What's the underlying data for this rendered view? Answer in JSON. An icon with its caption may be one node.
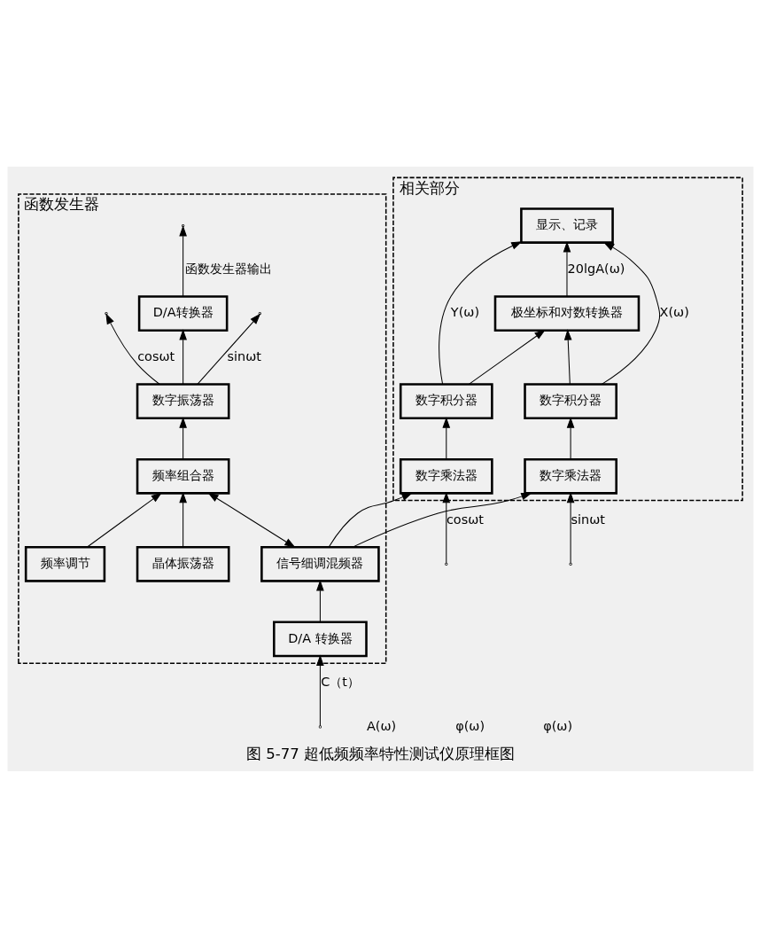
{
  "diagram": {
    "caption": "图 5-77 超低频频率特性测试仪原理框图",
    "nodes": [
      {
        "text": [
          "相关部分"
        ]
      },
      {
        "text": [
          "显示、记录"
        ],
        "in": 0
      },
      {
        "text": [
          "数字积分器"
        ],
        "in": 0
      },
      {
        "text": [
          "极坐标和对数转换器"
        ],
        "in": 0
      },
      {
        "text": [
          "数字积分器"
        ],
        "in": 0
      },
      {
        "text": [
          "数字乘法器"
        ],
        "in": 0
      },
      {
        "text": [
          "数字乘法器"
        ],
        "in": 0
      },
      {
        "text": [
          "函数发生器"
        ]
      },
      {
        "text": [
          "信号细调混频器"
        ],
        "in": 7
      },
      {
        "text": [
          "D/A 转换器"
        ],
        "in": 7
      },
      {
        "text": [
          "晶体振荡器"
        ],
        "in": 7
      },
      {
        "text": [
          "频率组合器"
        ],
        "in": 7
      },
      {
        "text": [
          "数字振荡器"
        ],
        "in": 7
      },
      {
        "text": [
          "D/A转换器"
        ],
        "in": 7
      },
      {
        "text": [
          "频率调节"
        ],
        "in": 7
      }
    ],
    "edges": [
      {
        "from": 2,
        "to": 1,
        "arrow": "to",
        "label": "X(ω)"
      },
      {
        "from": 4,
        "to": 1,
        "arrow": "to",
        "label": "Y(ω)"
      },
      {
        "from": 3,
        "to": 1,
        "arrow": "to",
        "label": "20lgA(ω)"
      },
      {
        "from": 2,
        "to": 3,
        "arrow": "to"
      },
      {
        "from": 4,
        "to": 3,
        "arrow": "to"
      },
      {
        "from": 5,
        "to": 2,
        "arrow": "to"
      },
      {
        "from": 6,
        "to": 4,
        "arrow": "to"
      },
      {
        "from": 8,
        "to": 5,
        "arrow": "to"
      },
      {
        "from": 8,
        "to": 6,
        "arrow": "to"
      },
      {
        "from": null,
        "to": 5,
        "arrow": "to",
        "label": "sinωt"
      },
      {
        "from": null,
        "to": 6,
        "arrow": "to",
        "label": "cosωt"
      },
      {
        "from": 9,
        "to": 8,
        "arrow": "to"
      },
      {
        "from": 8,
        "to": 11,
        "arrow": "both"
      },
      {
        "from": 14,
        "to": 11,
        "arrow": "to"
      },
      {
        "from": 10,
        "to": 11,
        "arrow": "to"
      },
      {
        "from": 11,
        "to": 12,
        "arrow": "to"
      },
      {
        "from": 12,
        "to": 13,
        "arrow": "to"
      },
      {
        "from": 12,
        "to": null,
        "arrow": "to",
        "label": "sinωt"
      },
      {
        "from": 12,
        "to": null,
        "arrow": "to",
        "label": "cosωt"
      },
      {
        "from": null,
        "to": 9,
        "arrow": "to",
        "label": "C（t）"
      },
      {
        "from": 13,
        "to": null,
        "arrow": "to",
        "label": "函数发生器输出"
      }
    ],
    "labels": [
      "A(ω)",
      "φ(ω)",
      "φ(ω)"
    ]
  }
}
